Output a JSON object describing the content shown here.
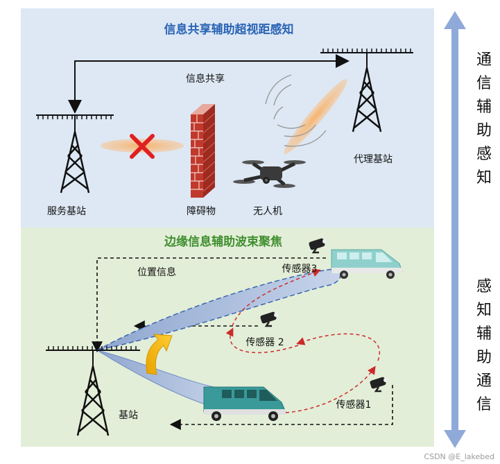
{
  "panels": {
    "top_title": "信息共享辅助超视距感知",
    "bottom_title": "边缘信息辅助波束聚焦"
  },
  "labels": {
    "info_share": "信息共享",
    "serving_bs": "服务基站",
    "obstacle": "障碍物",
    "drone": "无人机",
    "proxy_bs": "代理基站",
    "position_info": "位置信息",
    "sensor3": "传感器3",
    "sensor2": "传感器 2",
    "sensor1": "传感器1",
    "base_station": "基站"
  },
  "side_text": {
    "top": [
      "通",
      "信",
      "辅",
      "助",
      "感",
      "知"
    ],
    "bottom": [
      "感",
      "知",
      "辅",
      "助",
      "通",
      "信"
    ]
  },
  "watermark": "CSDN @E_lakebed",
  "colors": {
    "top_panel": "#dde8f4",
    "bottom_panel": "#e3eed8",
    "top_title": "#2a63b5",
    "bottom_title": "#3f8f2f",
    "beam_orange": "#f0a050",
    "beam_blue": "#9eb3d6",
    "wall_red": "#c0392b",
    "x_mark": "#e02020",
    "van_teal": "#3a9a9a",
    "side_arrow": "#8fa9d9",
    "dashed_red": "#cc2a2a"
  }
}
